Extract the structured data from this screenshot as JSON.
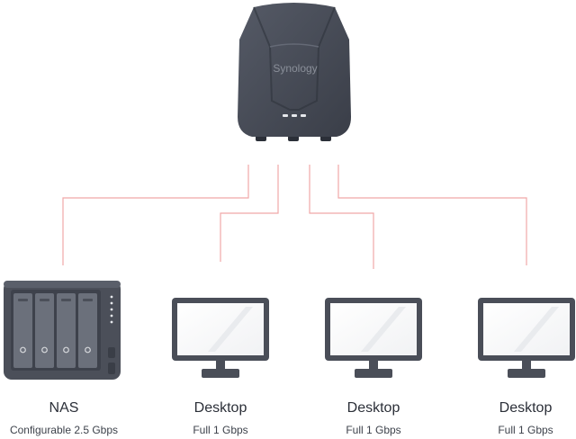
{
  "router": {
    "brand": "Synology",
    "icon": "router-icon"
  },
  "connection_color": "#f0a8a8",
  "devices": [
    {
      "name": "NAS",
      "speed": "Configurable 2.5 Gbps",
      "icon": "nas-icon"
    },
    {
      "name": "Desktop",
      "speed": "Full 1 Gbps",
      "icon": "monitor-icon"
    },
    {
      "name": "Desktop",
      "speed": "Full 1 Gbps",
      "icon": "monitor-icon"
    },
    {
      "name": "Desktop",
      "speed": "Full 1 Gbps",
      "icon": "monitor-icon"
    }
  ]
}
